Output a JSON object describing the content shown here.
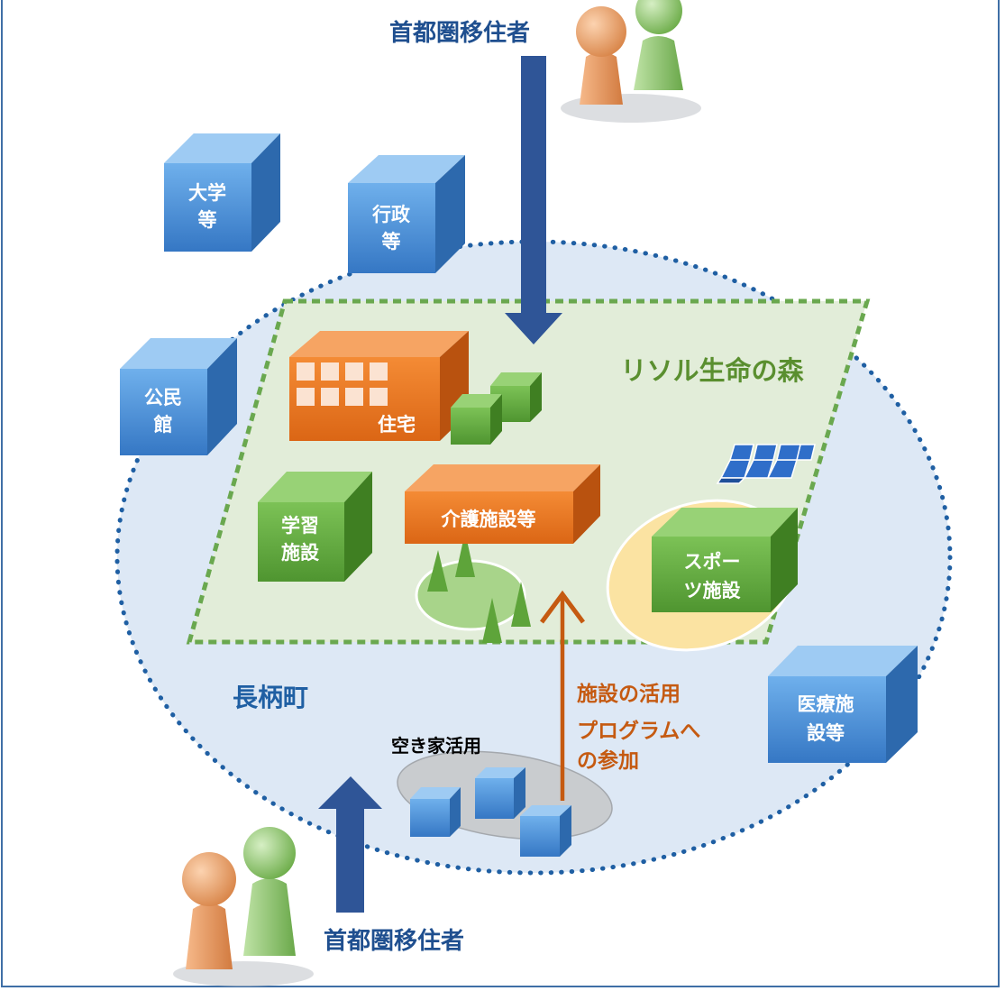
{
  "labels": {
    "top_migrants": "首都圏移住者",
    "bottom_migrants": "首都圏移住者",
    "forest": "リソル生命の森",
    "town": "長柄町",
    "vacant_house": "空き家活用",
    "facility_use": "施設の活用",
    "program_line1": "プログラムへ",
    "program_line2": "の参加"
  },
  "buildings": {
    "university": [
      "大学",
      "等"
    ],
    "administration": [
      "行政",
      "等"
    ],
    "community_hall": [
      "公民",
      "館"
    ],
    "housing": "住宅",
    "learning": [
      "学習",
      "施設"
    ],
    "care": "介護施設等",
    "sports": [
      "スポー",
      "ツ施設"
    ],
    "medical": [
      "医療施",
      "設等"
    ]
  },
  "colors": {
    "town_fill": "#dde8f5",
    "town_border": "#1f5fa3",
    "forest_fill": "#e2edd9",
    "forest_border": "#6aa84f",
    "forest_text": "#5a8f2f",
    "blue_front": "#3f87d6",
    "green_front": "#5ea43a",
    "orange_front": "#e8751f",
    "arrow_blue": "#2f5597",
    "arrow_orange": "#c55a11",
    "orange_text": "#c55a11",
    "town_text": "#1f5fa3"
  },
  "icons": [
    "person-orange-icon",
    "person-green-icon",
    "solar-panel-icon",
    "tree-icon"
  ]
}
